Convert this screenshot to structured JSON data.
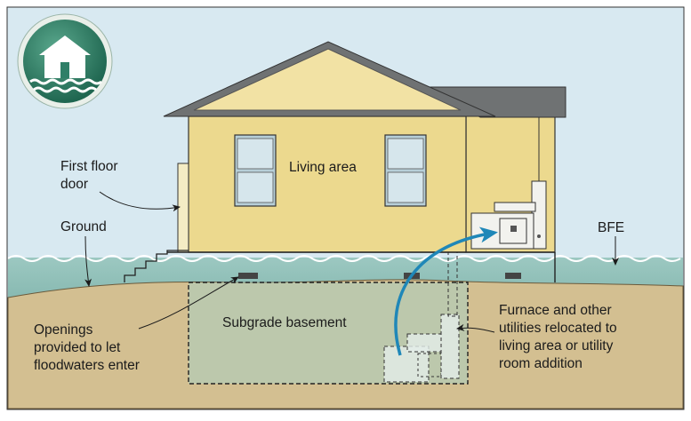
{
  "labels": {
    "first_floor_line1": "First floor",
    "first_floor_line2": "door",
    "ground": "Ground",
    "living_area": "Living area",
    "bfe": "BFE",
    "openings_line1": "Openings",
    "openings_line2": "provided to let",
    "openings_line3": "floodwaters enter",
    "subgrade_basement": "Subgrade basement",
    "furnace_line1": "Furnace and other",
    "furnace_line2": "utilities relocated to",
    "furnace_line3": "living area or utility",
    "furnace_line4": "room addition"
  },
  "colors": {
    "sky": "#d8e9f1",
    "water": "#8fbfb8",
    "ground": "#d3bf91",
    "house_wall": "#ecd98e",
    "roof": "#6f7273",
    "arrow_blue": "#1f87b8",
    "logo_green": "#2f7f67"
  },
  "icons": {
    "logo": "flood-house-icon"
  }
}
